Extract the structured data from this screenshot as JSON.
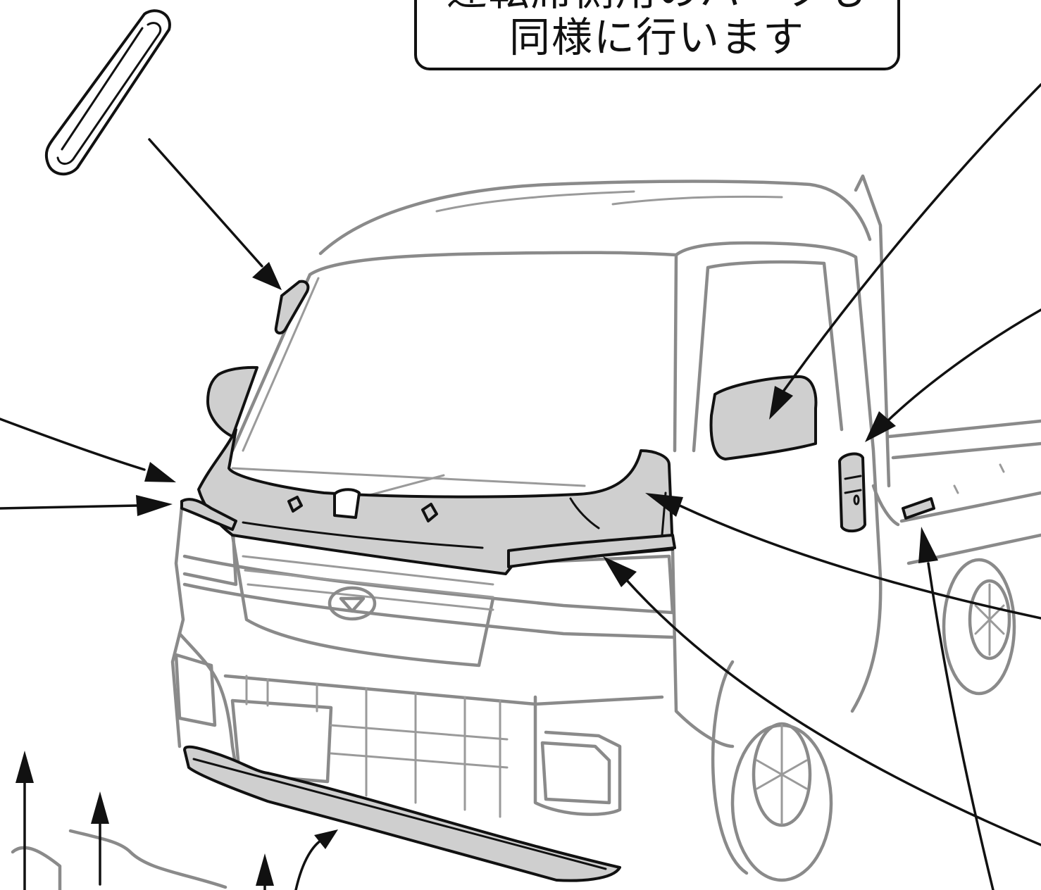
{
  "note": {
    "line1": "運転席側用のパーツも",
    "line2": "同様に行います"
  },
  "colors": {
    "outline": "#111111",
    "vehicle_line": "#8a8a8a",
    "part_fill": "#cfcfcf",
    "background": "#ffffff"
  },
  "parts": [
    "pillar-garnish-part",
    "side-mirror-cover-part",
    "door-handle-cover-part",
    "cowl-top-cover-part",
    "headlight-garnish-part",
    "front-lip-spoiler-part",
    "bed-side-marker-part"
  ]
}
